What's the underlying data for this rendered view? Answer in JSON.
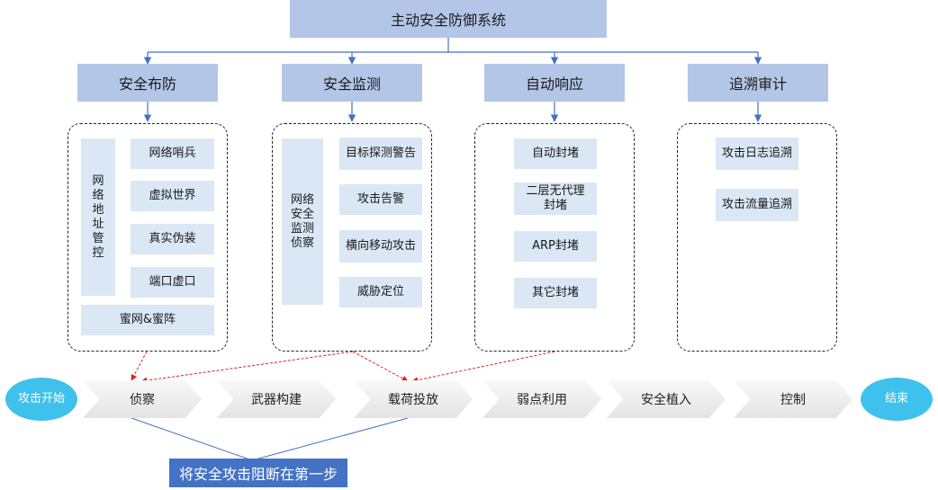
{
  "title": "主动安全防御系统",
  "categories": [
    {
      "label": "安全布防",
      "side_label": "网络地址管控",
      "items": [
        "网络哨兵",
        "虚拟世界",
        "真实伪装",
        "端口虚口"
      ],
      "bottom_item": "蜜网&蜜阵"
    },
    {
      "label": "安全监测",
      "side_label": "网络安全监测侦察",
      "items": [
        "目标探测警告",
        "攻击告警",
        "横向移动攻击",
        "威胁定位"
      ]
    },
    {
      "label": "自动响应",
      "items": [
        "自动封堵",
        "二层无代理封堵",
        "ARP封堵",
        "其它封堵"
      ]
    },
    {
      "label": "追溯审计",
      "items": [
        "攻击日志追溯",
        "攻击流量追溯"
      ]
    }
  ],
  "start_label": "攻击开始",
  "end_label": "结束",
  "stages": [
    "侦察",
    "武器构建",
    "载荷投放",
    "弱点利用",
    "安全植入",
    "控制"
  ],
  "result_label": "将安全攻击阻断在第一步",
  "colors": {
    "header": "#b4c6e7",
    "item": "#dae7f5",
    "oval": "#3ec1ec",
    "result": "#4472c4",
    "connector": "#4472c4",
    "alert_arrow": "#e02020"
  }
}
